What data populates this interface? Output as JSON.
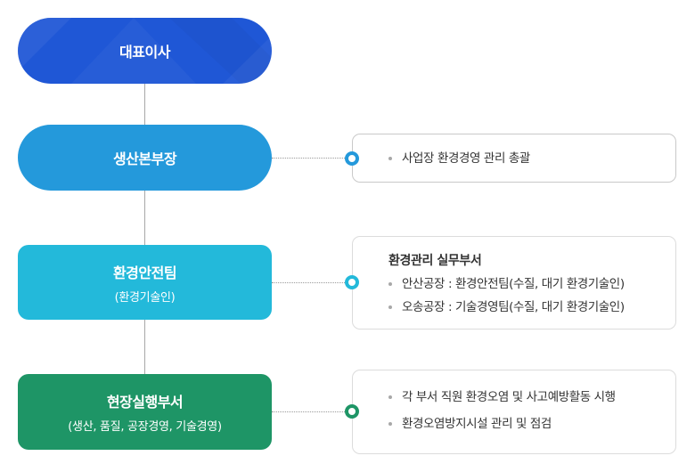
{
  "org_chart": {
    "nodes": [
      {
        "id": "ceo",
        "title": "대표이사",
        "subtitle": null,
        "color": "#1f57d6"
      },
      {
        "id": "production-head",
        "title": "생산본부장",
        "subtitle": null,
        "color": "#2499db"
      },
      {
        "id": "env-safety-team",
        "title": "환경안전팀",
        "subtitle": "(환경기술인)",
        "color": "#23b9da"
      },
      {
        "id": "field-dept",
        "title": "현장실행부서",
        "subtitle": "(생산, 품질, 공장경영, 기술경영)",
        "color": "#1e9566"
      }
    ],
    "details": [
      {
        "for": "production-head",
        "heading": null,
        "items": [
          "사업장 환경경영 관리 총괄"
        ]
      },
      {
        "for": "env-safety-team",
        "heading": "환경관리 실무부서",
        "items": [
          "안산공장 : 환경안전팀(수질, 대기 환경기술인)",
          "오송공장 : 기술경영팀(수질, 대기 환경기술인)"
        ]
      },
      {
        "for": "field-dept",
        "heading": null,
        "items": [
          "각 부서 직원 환경오염 및 사고예방활동 시행",
          "환경오염방지시설 관리 및 점검"
        ]
      }
    ]
  }
}
